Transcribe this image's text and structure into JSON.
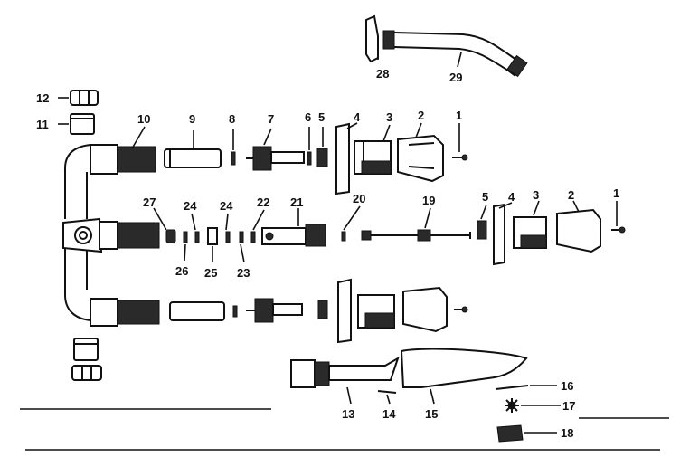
{
  "callouts": [
    {
      "id": "c1a",
      "text": "1"
    },
    {
      "id": "c1b",
      "text": "1"
    },
    {
      "id": "c2a",
      "text": "2"
    },
    {
      "id": "c2b",
      "text": "2"
    },
    {
      "id": "c3a",
      "text": "3"
    },
    {
      "id": "c3b",
      "text": "3"
    },
    {
      "id": "c4a",
      "text": "4"
    },
    {
      "id": "c4b",
      "text": "4"
    },
    {
      "id": "c5a",
      "text": "5"
    },
    {
      "id": "c5b",
      "text": "5"
    },
    {
      "id": "c6",
      "text": "6"
    },
    {
      "id": "c7",
      "text": "7"
    },
    {
      "id": "c8",
      "text": "8"
    },
    {
      "id": "c9",
      "text": "9"
    },
    {
      "id": "c10",
      "text": "10"
    },
    {
      "id": "c11",
      "text": "11"
    },
    {
      "id": "c12",
      "text": "12"
    },
    {
      "id": "c13",
      "text": "13"
    },
    {
      "id": "c14",
      "text": "14"
    },
    {
      "id": "c15",
      "text": "15"
    },
    {
      "id": "c16",
      "text": "16"
    },
    {
      "id": "c17",
      "text": "17"
    },
    {
      "id": "c18",
      "text": "18"
    },
    {
      "id": "c19",
      "text": "19"
    },
    {
      "id": "c20",
      "text": "20"
    },
    {
      "id": "c21",
      "text": "21"
    },
    {
      "id": "c22",
      "text": "22"
    },
    {
      "id": "c23",
      "text": "23"
    },
    {
      "id": "c24a",
      "text": "24"
    },
    {
      "id": "c24b",
      "text": "24"
    },
    {
      "id": "c25",
      "text": "25"
    },
    {
      "id": "c26",
      "text": "26"
    },
    {
      "id": "c27",
      "text": "27"
    },
    {
      "id": "c28",
      "text": "28"
    },
    {
      "id": "c29",
      "text": "29"
    }
  ]
}
